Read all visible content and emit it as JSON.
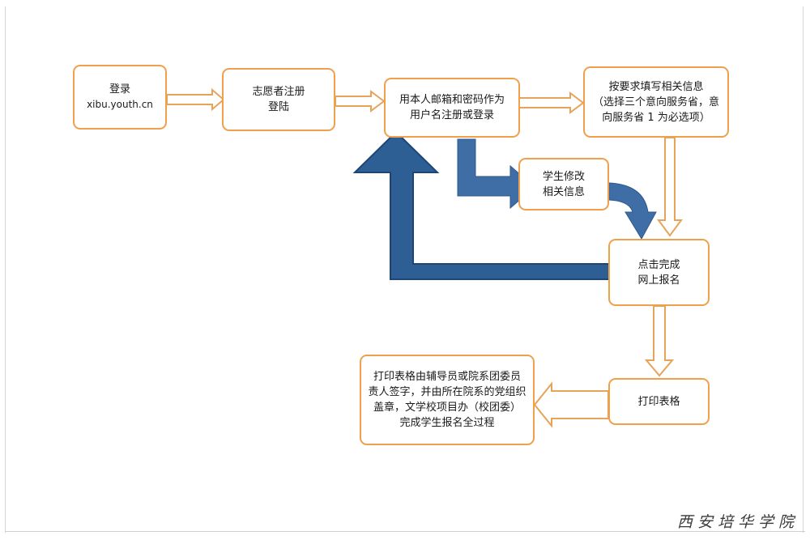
{
  "nodes": {
    "login": {
      "line1": "登录",
      "line2": "xibu.youth.cn"
    },
    "register": {
      "line1": "志愿者注册",
      "line2": "登陆"
    },
    "email": {
      "line1": "用本人邮箱和密码作为",
      "line2": "用户名注册或登录"
    },
    "fill": {
      "line1": "按要求填写相关信息",
      "line2": "（选择三个意向服务省，意",
      "line3": "向服务省 1 为必选项）"
    },
    "modify": {
      "line1": "学生修改",
      "line2": "相关信息"
    },
    "submit": {
      "line1": "点击完成",
      "line2": "网上报名"
    },
    "print": {
      "line1": "打印表格"
    },
    "final": {
      "line1": "打印表格由辅导员或院系团委员",
      "line2": "责人签字，并由所在院系的党组织",
      "line3": "盖章，文学校项目办（校团委）",
      "line4": "完成学生报名全过程"
    }
  },
  "watermark": "西安培华学院",
  "colors": {
    "box_border": "#f0a04b",
    "arrow_blue": "#3f6ea7",
    "arrow_dark_blue": "#2d5f94",
    "arrow_outline": "#e8a35a"
  }
}
